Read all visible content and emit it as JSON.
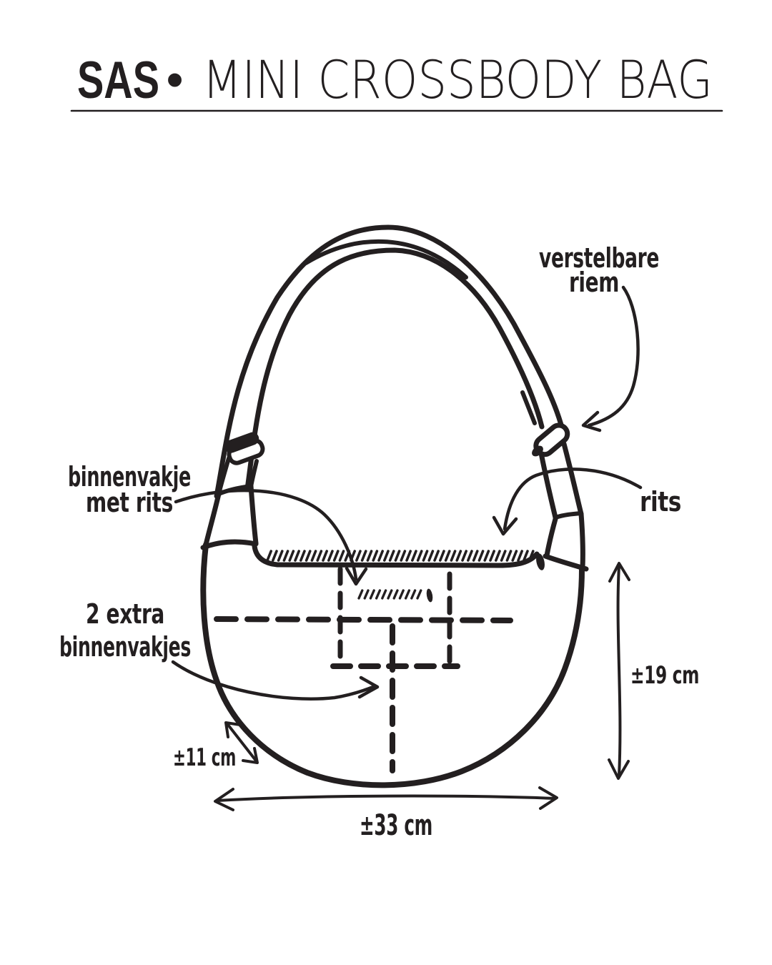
{
  "page": {
    "background_color": "#ffffff",
    "ink_color": "#231f20"
  },
  "header": {
    "brand": "SAS",
    "separator_dot": "•",
    "product_name": "MINI CROSSBODY BAG"
  },
  "annotations": {
    "adjustable_strap": {
      "line1": "verstelbare",
      "line2": "riem"
    },
    "inner_zip_pocket": {
      "line1": "binnenvakje",
      "line2": "met rits"
    },
    "zipper": {
      "label": "rits"
    },
    "extra_pockets": {
      "line1": "2 extra",
      "line2": "binnenvakjes"
    }
  },
  "measurements": {
    "side_depth": "±11 cm",
    "height": "±19 cm",
    "width": "±33 cm"
  }
}
